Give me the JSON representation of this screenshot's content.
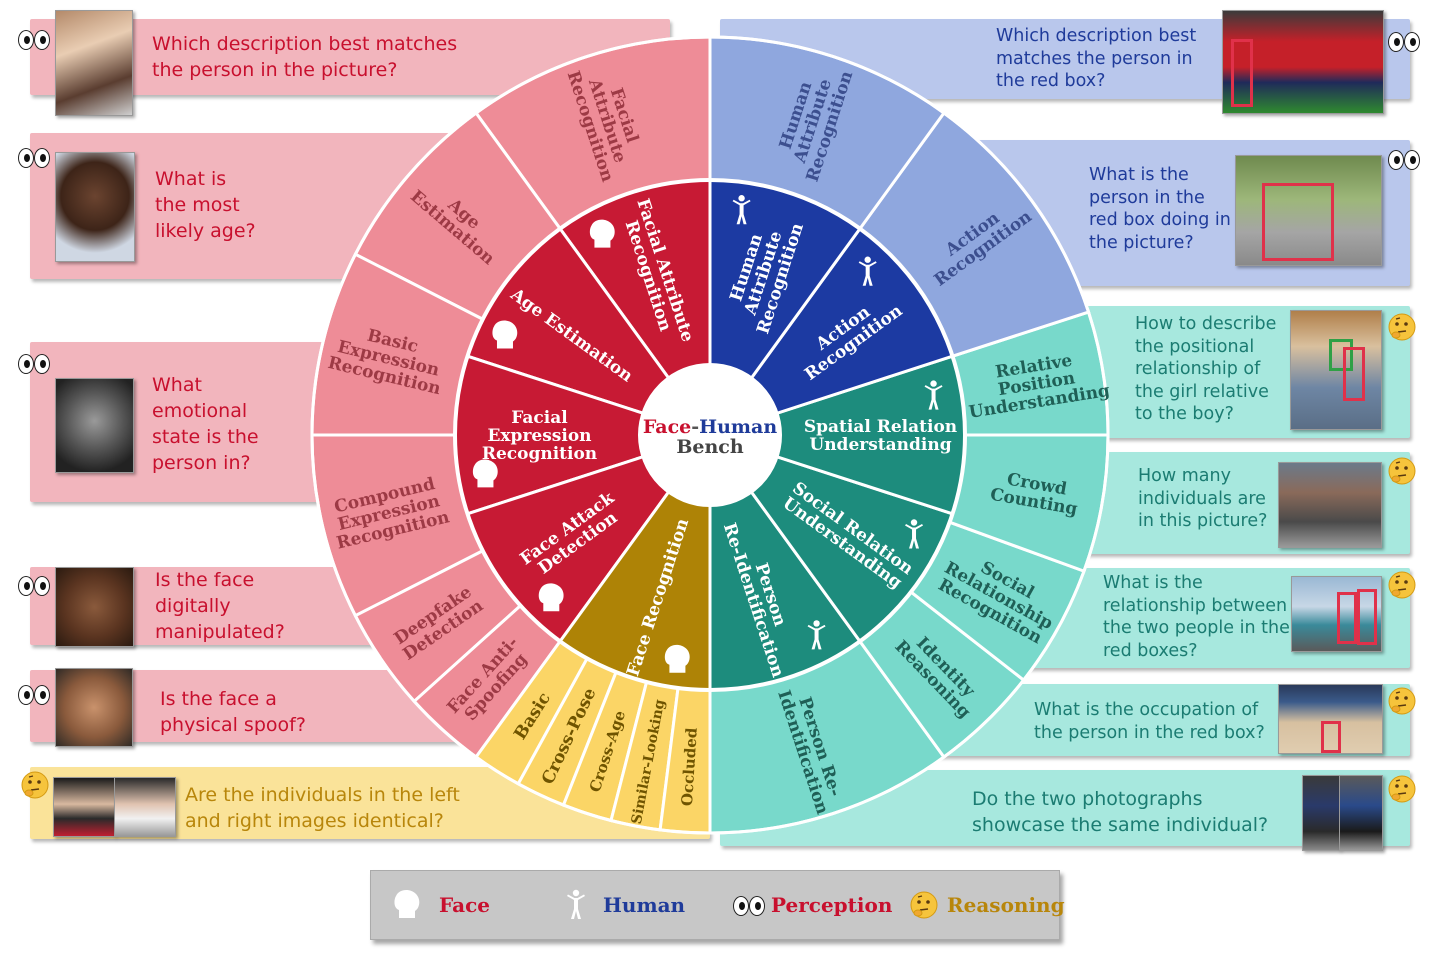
{
  "center": {
    "part1": "Face",
    "part2": "-",
    "part3": "Human",
    "part4": "Bench"
  },
  "inner": [
    {
      "label": "Facial Attribute\nRecognition",
      "group": "face"
    },
    {
      "label": "Age Estimation",
      "group": "face"
    },
    {
      "label": "Facial\nExpression\nRecognition",
      "group": "face"
    },
    {
      "label": "Face Attack\nDetection",
      "group": "face"
    },
    {
      "label": "Face Recognition",
      "group": "face"
    },
    {
      "label": "Person\nRe-Identification",
      "group": "human"
    },
    {
      "label": "Social Relation\nUnderstanding",
      "group": "human"
    },
    {
      "label": "Spatial Relation\nUnderstanding",
      "group": "human"
    },
    {
      "label": "Action\nRecognition",
      "group": "human"
    },
    {
      "label": "Human\nAttribute\nRecognition",
      "group": "human"
    }
  ],
  "outer": [
    {
      "label": "Facial\nAttribute\nRecognition"
    },
    {
      "label": "Age\nEstimation"
    },
    {
      "label": "Basic\nExpression\nRecognition"
    },
    {
      "label": "Compound\nExpression\nRecognition"
    },
    {
      "label": "Deepfake\nDetection"
    },
    {
      "label": "Face Anti-\nSpoofing"
    },
    {
      "label": "Basic"
    },
    {
      "label": "Cross-Pose"
    },
    {
      "label": "Cross-Age"
    },
    {
      "label": "Similar-Looking"
    },
    {
      "label": "Occluded"
    },
    {
      "label": "Person Re-\nIdentification"
    },
    {
      "label": "Identity\nReasoning"
    },
    {
      "label": "Social\nRelationship\nRecognition"
    },
    {
      "label": "Crowd\nCounting"
    },
    {
      "label": "Relative\nPosition\nUnderstanding"
    },
    {
      "label": "Action\nRecognition"
    },
    {
      "label": "Human\nAttribute\nRecognition"
    }
  ],
  "questions_left": [
    {
      "text": "Which description best matches\nthe person in the picture?",
      "mark": "perception"
    },
    {
      "text": "What is\nthe most\nlikely age?",
      "mark": "perception"
    },
    {
      "text": "What\nemotional\nstate is the\nperson in?",
      "mark": "perception"
    },
    {
      "text": "Is the face\ndigitally\nmanipulated?",
      "mark": "perception"
    },
    {
      "text": "Is the face a\nphysical spoof?",
      "mark": "perception"
    },
    {
      "text": "Are the individuals in the left\nand right images identical?",
      "mark": "reasoning"
    }
  ],
  "questions_right": [
    {
      "text": "Which description best\nmatches the person in\nthe red box?",
      "mark": "perception"
    },
    {
      "text": "What is the\nperson in the\nred box doing in\nthe picture?",
      "mark": "perception"
    },
    {
      "text": "How to describe\nthe positional\nrelationship of\nthe girl relative\nto the boy?",
      "mark": "reasoning"
    },
    {
      "text": "How many\nindividuals are\nin this picture?",
      "mark": "reasoning"
    },
    {
      "text": "What is the\nrelationship between\nthe two people in the\nred boxes?",
      "mark": "reasoning"
    },
    {
      "text": "What is the occupation of\nthe person in the red box?",
      "mark": "reasoning"
    },
    {
      "text": "Do the two photographs\nshowcase the same individual?",
      "mark": "reasoning"
    }
  ],
  "legend": {
    "face": "Face",
    "human": "Human",
    "perception": "Perception",
    "reasoning": "Reasoning"
  },
  "colors": {
    "face_dark": "#c71a34",
    "face_light": "#ee8c97",
    "face_band": "#f2b5bd",
    "face_text": "#c8102e",
    "fr_dark": "#ae8306",
    "fr_light": "#fbd566",
    "fr_band": "#fae399",
    "human_dark": "#1c3aa2",
    "human_light": "#8fa7de",
    "human_band": "#b9c7ec",
    "human_text": "#1f3b9a",
    "teal_dark": "#1d8c7d",
    "teal_light": "#78d9cb",
    "teal_band": "#a7e8de",
    "teal_text": "#1b7c72",
    "reasoning_text": "#b8860b"
  },
  "icons": [
    "eyes-icon",
    "thinking-face-icon",
    "head-silhouette-icon",
    "human-figure-icon"
  ]
}
